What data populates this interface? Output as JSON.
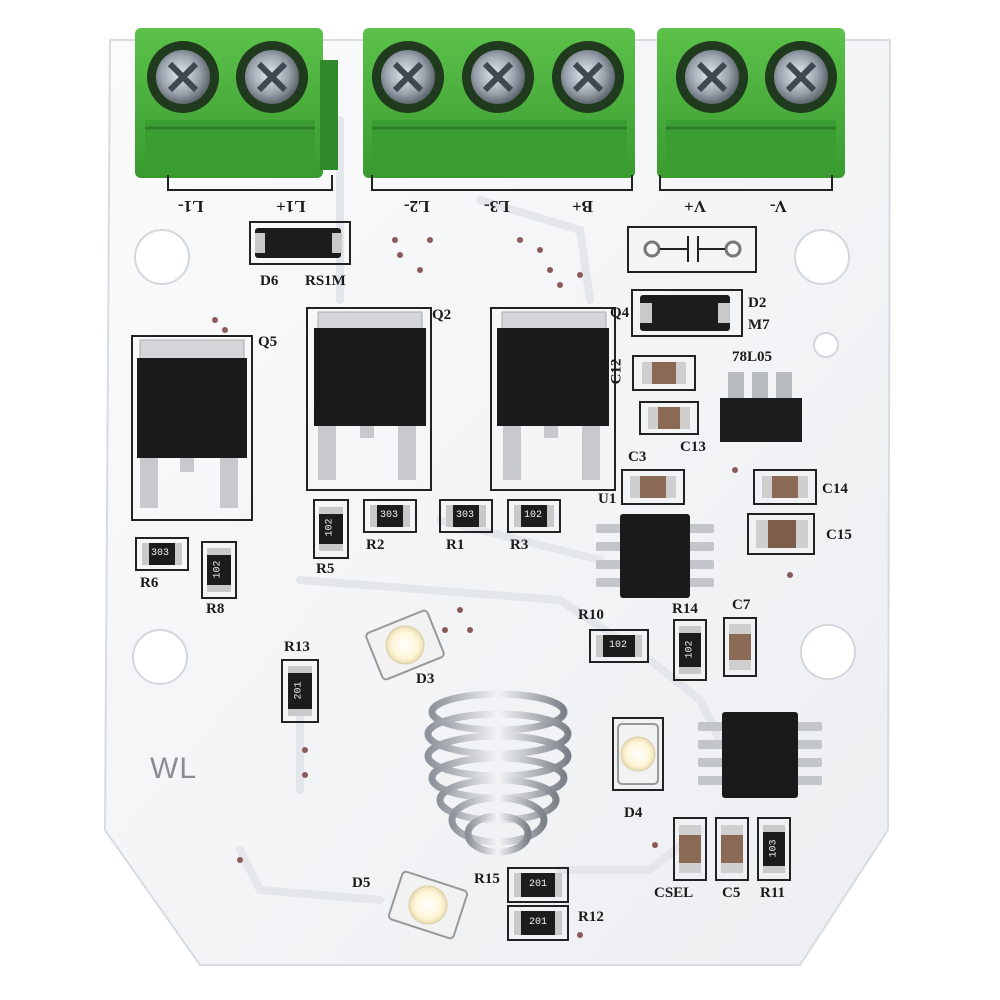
{
  "terminal_labels": [
    "L1-",
    "L1+",
    "L2-",
    "L3-",
    "B+",
    "V+",
    "V-"
  ],
  "component_labels": {
    "d6": "D6",
    "rs1m": "RS1M",
    "q5": "Q5",
    "q2": "Q2",
    "q4": "Q4",
    "d2": "D2",
    "m7": "M7",
    "reg": "78L05",
    "c12": "C12",
    "c13": "C13",
    "c3": "C3",
    "u1": "U1",
    "c14": "C14",
    "c15": "C15",
    "r6": "R6",
    "r8": "R8",
    "r5": "R5",
    "r2": "R2",
    "r1": "R1",
    "r3": "R3",
    "r10": "R10",
    "r14": "R14",
    "c7": "C7",
    "r13": "R13",
    "d3": "D3",
    "d4": "D4",
    "d5": "D5",
    "r15": "R15",
    "r12": "R12",
    "csel": "CSEL",
    "c5": "C5",
    "r11": "R11"
  },
  "resistor_codes": {
    "r6": "303",
    "r8": "102",
    "r5": "102",
    "r2": "303",
    "r1": "303",
    "r3": "102",
    "r10": "102",
    "r14": "102",
    "r13": "201",
    "r15": "201",
    "r12": "201",
    "r11": "103"
  },
  "board_mark": "WL",
  "colors": {
    "pcb": "#f4f5f7",
    "terminal_green": "#4caf3c",
    "terminal_dark": "#2f8a2a",
    "component_black": "#1c1c1c",
    "silkscreen": "#1a1a1a",
    "led": "#fffbe6",
    "capacitor": "#8a6a55"
  }
}
